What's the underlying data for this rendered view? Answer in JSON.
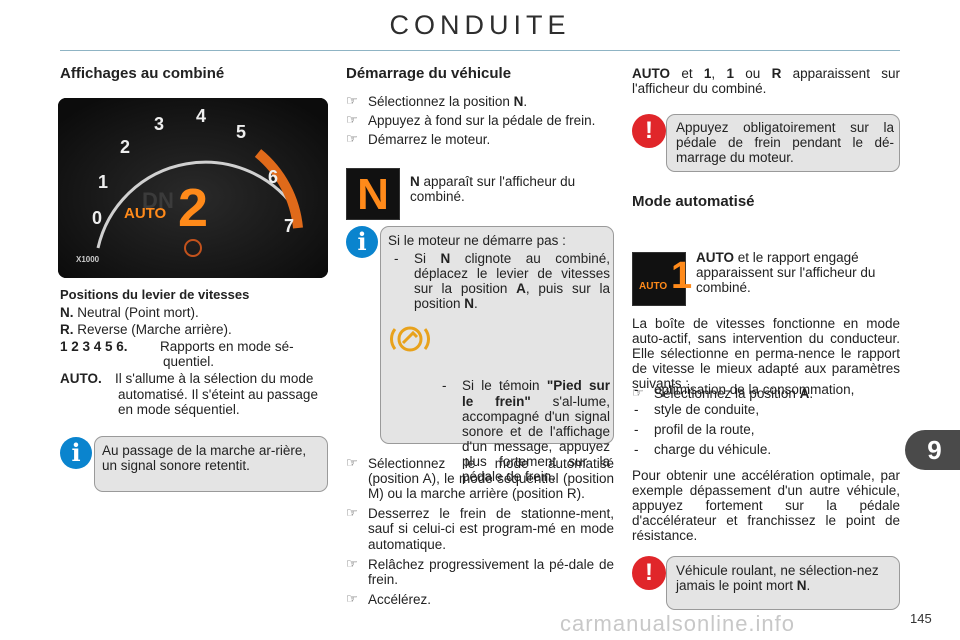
{
  "header": {
    "title": "CONDUITE"
  },
  "chapter": "9",
  "page_number": "145",
  "watermark": "carmanualsonline.info",
  "left": {
    "heading": "Affichages au combiné",
    "dial": {
      "scale": [
        "0",
        "1",
        "2",
        "3",
        "4",
        "5",
        "6",
        "7"
      ],
      "multiplier": "X1000",
      "gear": "2",
      "mode": "AUTO",
      "n_label": "N",
      "d_label": "D"
    },
    "positions_heading": "Positions du levier de vitesses",
    "items": [
      {
        "key": "N.",
        "text": "Neutral (Point mort)."
      },
      {
        "key": "R.",
        "text": "Reverse (Marche arrière)."
      },
      {
        "key": "1 2 3 4 5 6.",
        "text": "Rapports en mode sé-quentiel."
      },
      {
        "key": "AUTO.",
        "text": "Il s'allume à la sélection du mode automatisé. Il s'éteint au passage en mode séquentiel."
      }
    ],
    "info": "Au passage de la marche ar-rière, un signal sonore retentit."
  },
  "middle": {
    "heading": "Démarrage du véhicule",
    "steps1": [
      {
        "pre": "Sélectionnez la position ",
        "b": "N",
        "post": "."
      },
      {
        "pre": "Appuyez à fond sur la pédale de frein.",
        "b": "",
        "post": ""
      },
      {
        "pre": "Démarrez le moteur.",
        "b": "",
        "post": ""
      }
    ],
    "n_display": "N",
    "n_caption_b": "N",
    "n_caption": " apparaît sur l'afficheur du combiné.",
    "info_title": "Si le moteur ne démarre pas :",
    "info_dash1": {
      "p1": "Si ",
      "b1": "N",
      "p2": " clignote au combiné, déplacez le levier de vitesses sur la position ",
      "b2": "A",
      "p3": ", puis sur la position ",
      "b3": "N",
      "p4": "."
    },
    "info_dash2": {
      "p1": "Si le témoin ",
      "b1": "\"Pied sur le frein\"",
      "p2": " s'al-lume, accompagné d'un signal sonore et de l'affichage d'un message, appuyez plus fortement sur la pédale de frein."
    },
    "steps2": [
      {
        "t": "Sélectionnez le mode automatisé (position A), le mode séquentiel (position M) ou la marche arrière (position R)."
      },
      {
        "t": "Desserrez le frein de stationne-ment, sauf si celui-ci est program-mé en mode automatique."
      },
      {
        "t": "Relâchez progressivement la pé-dale de frein."
      },
      {
        "t": "Accélérez."
      }
    ]
  },
  "right": {
    "intro": {
      "b1": "AUTO",
      "p1": " et ",
      "b2": "1",
      "p2": ", ",
      "b3": "1",
      "p3": " ou ",
      "b4": "R",
      "p4": " apparaissent sur l'afficheur du combiné."
    },
    "warn1": "Appuyez obligatoirement sur la pédale de frein pendant le dé-marrage du moteur.",
    "heading": "Mode automatisé",
    "step": {
      "pre": "Sélectionnez la position ",
      "b": "A",
      "post": "."
    },
    "auto_display": {
      "mode": "AUTO",
      "gear": "1"
    },
    "auto_caption": {
      "b": "AUTO",
      "t": " et le rapport engagé apparaissent sur l'afficheur du combiné."
    },
    "para1": "La boîte de vitesses fonctionne en mode auto-actif, sans intervention du conducteur. Elle sélectionne en perma-nence le rapport de vitesse le mieux adapté aux paramètres suivants :",
    "list": [
      "optimisation de la consommation,",
      "style de conduite,",
      "profil de la route,",
      "charge du véhicule."
    ],
    "para2": "Pour obtenir une accélération optimale, par exemple dépassement d'un autre véhicule, appuyez fortement sur la pédale d'accélérateur et franchissez le point de résistance.",
    "warn2": {
      "t": "Véhicule roulant, ne sélection-nez jamais le point mort ",
      "b": "N",
      "post": "."
    }
  }
}
